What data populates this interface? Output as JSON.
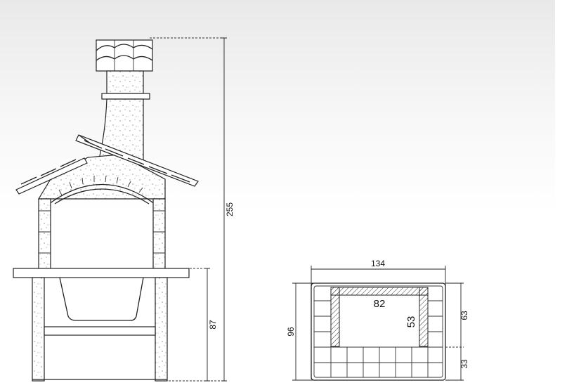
{
  "elevation": {
    "total_height_label": "255",
    "counter_height_label": "87"
  },
  "plan": {
    "width_label": "134",
    "depth_label": "96",
    "firebox_width_label": "82",
    "firebox_depth_label": "53",
    "rear_depth_label": "63",
    "front_depth_label": "33"
  }
}
